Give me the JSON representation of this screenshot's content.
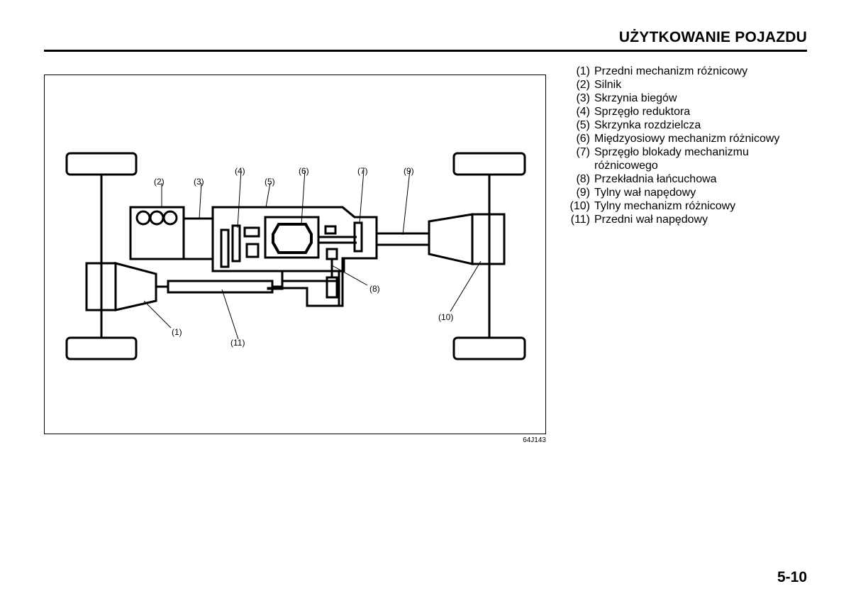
{
  "header": {
    "section_title": "UŻYTKOWANIE POJAZDU"
  },
  "figure": {
    "code": "64J143",
    "callouts": [
      "(1)",
      "(2)",
      "(3)",
      "(4)",
      "(5)",
      "(6)",
      "(7)",
      "(8)",
      "(9)",
      "(10)",
      "(11)"
    ]
  },
  "legend": [
    {
      "num": "(1)",
      "text": "Przedni mechanizm różnicowy"
    },
    {
      "num": "(2)",
      "text": "Silnik"
    },
    {
      "num": "(3)",
      "text": "Skrzynia biegów"
    },
    {
      "num": "(4)",
      "text": "Sprzęgło reduktora"
    },
    {
      "num": "(5)",
      "text": "Skrzynka rozdzielcza"
    },
    {
      "num": "(6)",
      "text": "Międzyosiowy mechanizm różnicowy"
    },
    {
      "num": "(7)",
      "text": "Sprzęgło blokady mechanizmu różnicowego"
    },
    {
      "num": "(8)",
      "text": "Przekładnia łańcuchowa"
    },
    {
      "num": "(9)",
      "text": "Tylny wał napędowy"
    },
    {
      "num": "(10)",
      "text": "Tylny mechanizm różnicowy"
    },
    {
      "num": "(11)",
      "text": "Przedni wał napędowy"
    }
  ],
  "footer": {
    "page_number": "5-10"
  }
}
